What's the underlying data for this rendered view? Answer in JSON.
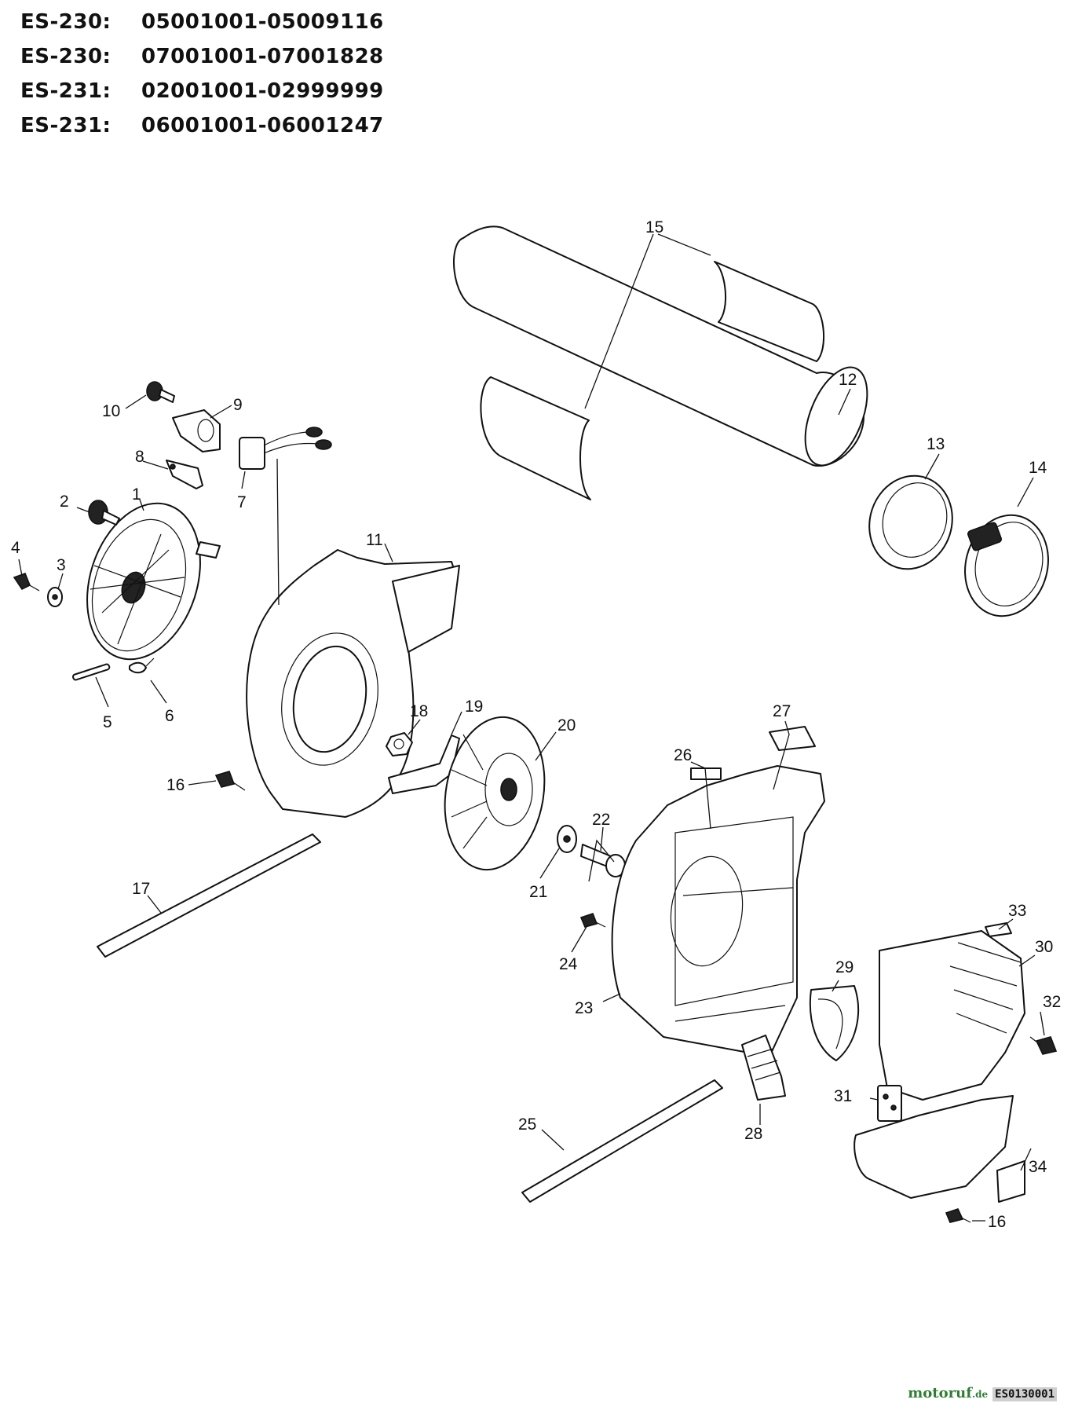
{
  "header": {
    "rows": [
      {
        "model": "ES-230:",
        "serial": "05001001-05009116"
      },
      {
        "model": "ES-230:",
        "serial": "07001001-07001828"
      },
      {
        "model": "ES-231:",
        "serial": "02001001-02999999"
      },
      {
        "model": "ES-231:",
        "serial": "06001001-06001247"
      }
    ]
  },
  "callouts": {
    "c1": "1",
    "c2": "2",
    "c3": "3",
    "c4": "4",
    "c5": "5",
    "c6": "6",
    "c7": "7",
    "c8": "8",
    "c9": "9",
    "c10": "10",
    "c11": "11",
    "c12": "12",
    "c13": "13",
    "c14": "14",
    "c15": "15",
    "c16a": "16",
    "c16b": "16",
    "c17": "17",
    "c18": "18",
    "c19": "19",
    "c20": "20",
    "c21": "21",
    "c22": "22",
    "c23": "23",
    "c24": "24",
    "c25": "25",
    "c26": "26",
    "c27": "27",
    "c28": "28",
    "c29": "29",
    "c30": "30",
    "c31": "31",
    "c32": "32",
    "c33": "33",
    "c34": "34"
  },
  "footer": {
    "drawing_code": "ES0130001",
    "watermark": "motoruf",
    "watermark_tld": ".de"
  }
}
